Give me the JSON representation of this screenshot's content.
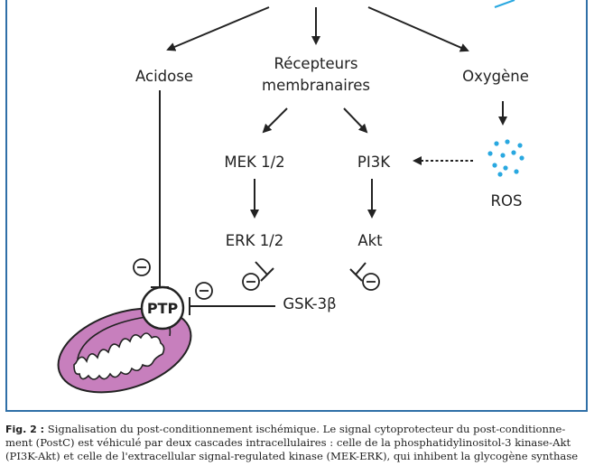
{
  "diagram": {
    "nodes": {
      "acidose": "Acidose",
      "recepteurs_line1": "Récepteurs",
      "recepteurs_line2": "membranaires",
      "oxygene": "Oxygène",
      "mek": "MEK 1/2",
      "pi3k": "PI3K",
      "ros": "ROS",
      "erk": "ERK 1/2",
      "akt": "Akt",
      "gsk": "GSK-3β",
      "ptp": "PTP"
    },
    "inhibition_sign": "⊖",
    "colors": {
      "frame": "#2f6fa7",
      "mitochondria_fill": "#c77fbd",
      "ros_dots": "#29a8e0",
      "lines": "#222222"
    }
  },
  "caption": {
    "label": "Fig. 2 :",
    "line1": "Signalisation du post-conditionnement ischémique. Le signal cytoprotecteur du post-conditionne-",
    "line2": "ment (PostC) est véhiculé par deux cascades intracellulaires : celle de la phosphatidylinositol-3 kinase-Akt",
    "line3": "(PI3K-Akt) et celle de l'extracellular signal-regulated kinase (MEK-ERK), qui inhibent la glycogène synthase"
  }
}
